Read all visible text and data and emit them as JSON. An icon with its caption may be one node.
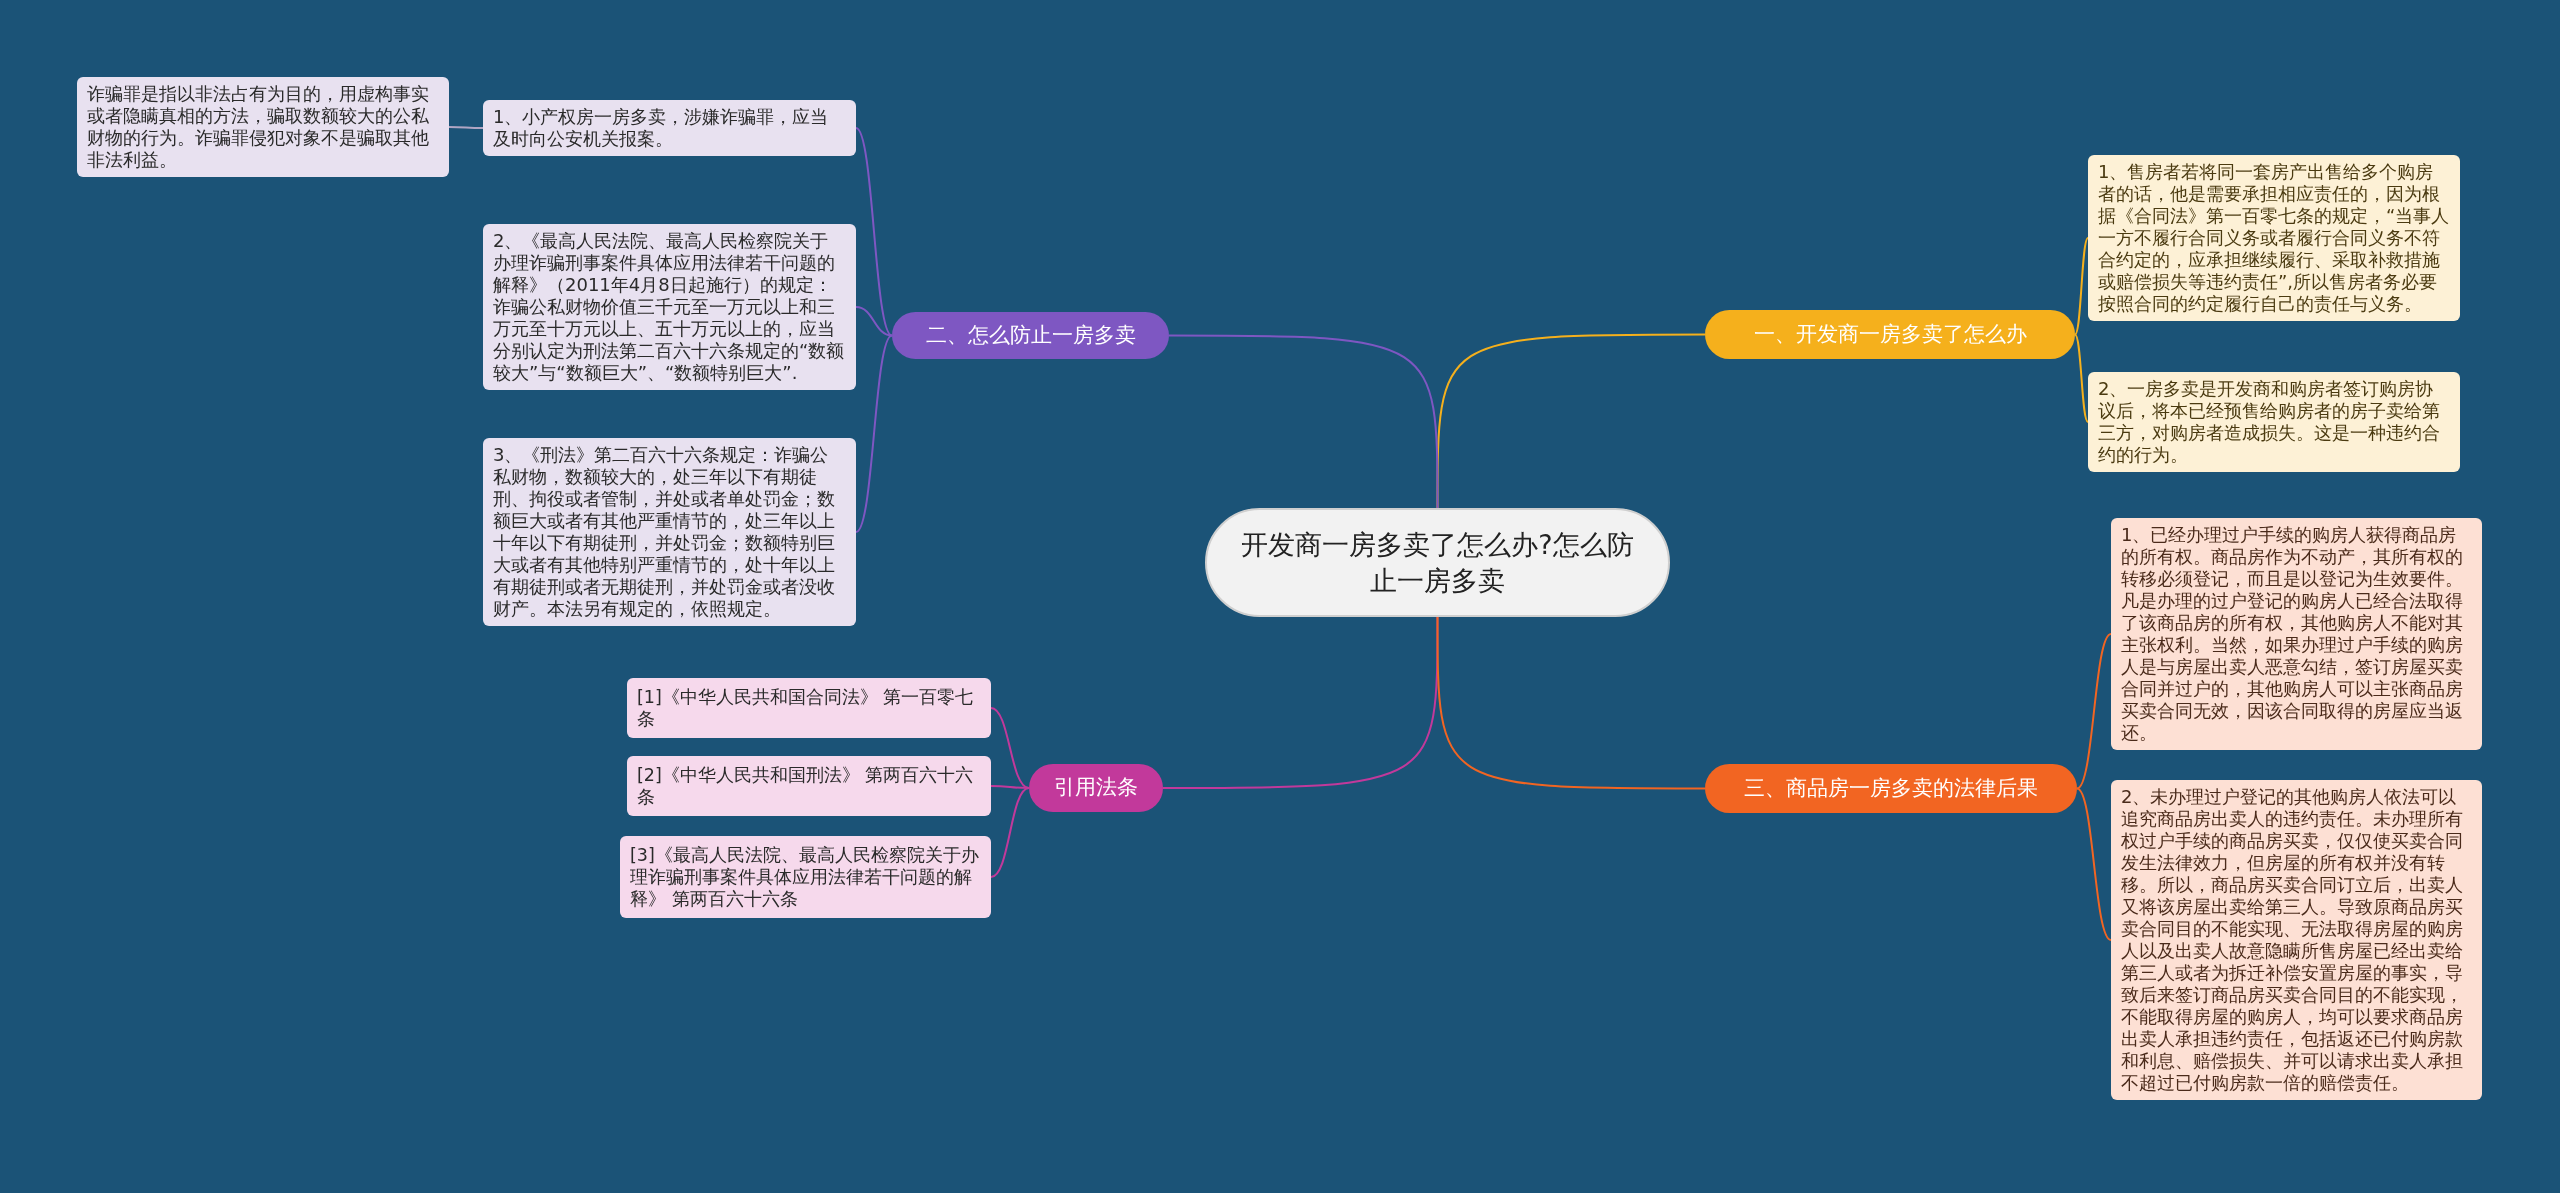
{
  "diagram": {
    "nodes": [
      {
        "text": [
          "开发商一房多卖了怎么办?怎么防止一房多卖"
        ]
      },
      {
        "text": [
          "一、开发商一房多卖了怎么办"
        ]
      },
      {
        "text": [
          "1、售房者若将同一套房产出售给多个购房者的话，他是需要承担相应责任的，因为根据《合同法》第一百零七条的规定，“当事人一方不履行合同义务或者履行合同义务不符合约定的，应承担继续履行、采取补救措施或赔偿损失等违约责任”,所以售房者务必要按照合同的约定履行自己的责任与义务。"
        ]
      },
      {
        "text": [
          "2、一房多卖是开发商和购房者签订购房协议后，将本已经预售给购房者的房子卖给第三方，对购房者造成损失。这是一种违约合约的行为。"
        ]
      },
      {
        "text": [
          "二、怎么防止一房多卖"
        ]
      },
      {
        "text": [
          "1、小产权房一房多卖，涉嫌诈骗罪，应当及时向公安机关报案。"
        ]
      },
      {
        "text": [
          "诈骗罪是指以非法占有为目的，用虚构事实或者隐瞒真相的方法，骗取数额较大的公私财物的行为。诈骗罪侵犯对象不是骗取其他非法利益。"
        ]
      },
      {
        "text": [
          "2、《最高人民法院、最高人民检察院关于办理诈骗刑事案件具体应用法律若干问题的解释》（2011年4月8日起施行）的规定：诈骗公私财物价值三千元至一万元以上和三万元至十万元以上、五十万元以上的，应当分别认定为刑法第二百六十六条规定的“数额较大”与“数额巨大”、“数额特别巨大”."
        ]
      },
      {
        "text": [
          "3、《刑法》第二百六十六条规定：诈骗公私财物，数额较大的，处三年以下有期徒刑、拘役或者管制，并处或者单处罚金；数额巨大或者有其他严重情节的，处三年以上十年以下有期徒刑，并处罚金；数额特别巨大或者有其他特别严重情节的，处十年以上有期徒刑或者无期徒刑，并处罚金或者没收财产。本法另有规定的，依照规定。"
        ]
      },
      {
        "text": [
          "引用法条"
        ]
      },
      {
        "text": [
          "[1]《中华人民共和国合同法》 第一百零七条"
        ]
      },
      {
        "text": [
          "[2]《中华人民共和国刑法》 第两百六十六条"
        ]
      },
      {
        "text": [
          "[3]《最高人民法院、最高人民检察院关于办理诈骗刑事案件具体应用法律若干问题的解释》 第两百六十六条"
        ]
      },
      {
        "text": [
          "三、商品房一房多卖的法律后果"
        ]
      },
      {
        "text": [
          "1、已经办理过户手续的购房人获得商品房的所有权。商品房作为不动产，其所有权的转移必须登记，而且是以登记为生效要件。凡是办理的过户登记的购房人已经合法取得了该商品房的所有权，其他购房人不能对其主张权利。当然，如果办理过户手续的购房人是与房屋出卖人恶意勾结，签订房屋买卖合同并过户的，其他购房人可以主张商品房买卖合同无效，因该合同取得的房屋应当返还。"
        ]
      },
      {
        "text": [
          "2、未办理过户登记的其他购房人依法可以追究商品房出卖人的违约责任。未办理所有权过户手续的商品房买卖，仅仅使买卖合同发生法律效力，但房屋的所有权并没有转移。所以，商品房买卖合同订立后，出卖人又将该房屋出卖给第三人。导致原商品房买卖合同目的不能实现、无法取得房屋的购房人以及出卖人故意隐瞒所售房屋已经出卖给第三人或者为拆迁补偿安置房屋的事实，导致后来签订商品房买卖合同目的不能实现，不能取得房屋的购房人，均可以要求商品房出卖人承担违约责任，包括返还已付购房款和利息、赔偿损失、并可以请求出卖人承担不超过已付购房款一倍的赔偿责任。"
        ]
      }
    ],
    "edges": [
      {
        "from": 0,
        "to": 1,
        "arrow": "none",
        "color": "#f5b01c"
      },
      {
        "from": 1,
        "to": 2,
        "arrow": "none",
        "color": "#f5b01c"
      },
      {
        "from": 1,
        "to": 3,
        "arrow": "none",
        "color": "#f5b01c"
      },
      {
        "from": 0,
        "to": 4,
        "arrow": "none",
        "color": "#7e57c2"
      },
      {
        "from": 4,
        "to": 5,
        "arrow": "none",
        "color": "#7e57c2"
      },
      {
        "from": 5,
        "to": 6,
        "arrow": "none",
        "color": "#b0a6c4"
      },
      {
        "from": 4,
        "to": 7,
        "arrow": "none",
        "color": "#7e57c2"
      },
      {
        "from": 4,
        "to": 8,
        "arrow": "none",
        "color": "#7e57c2"
      },
      {
        "from": 0,
        "to": 9,
        "arrow": "none",
        "color": "#c2399b"
      },
      {
        "from": 9,
        "to": 10,
        "arrow": "none",
        "color": "#c2399b"
      },
      {
        "from": 9,
        "to": 11,
        "arrow": "none",
        "color": "#c2399b"
      },
      {
        "from": 9,
        "to": 12,
        "arrow": "none",
        "color": "#c2399b"
      },
      {
        "from": 0,
        "to": 13,
        "arrow": "none",
        "color": "#f26522"
      },
      {
        "from": 13,
        "to": 14,
        "arrow": "none",
        "color": "#f26522"
      },
      {
        "from": 13,
        "to": 15,
        "arrow": "none",
        "color": "#f26522"
      }
    ]
  }
}
